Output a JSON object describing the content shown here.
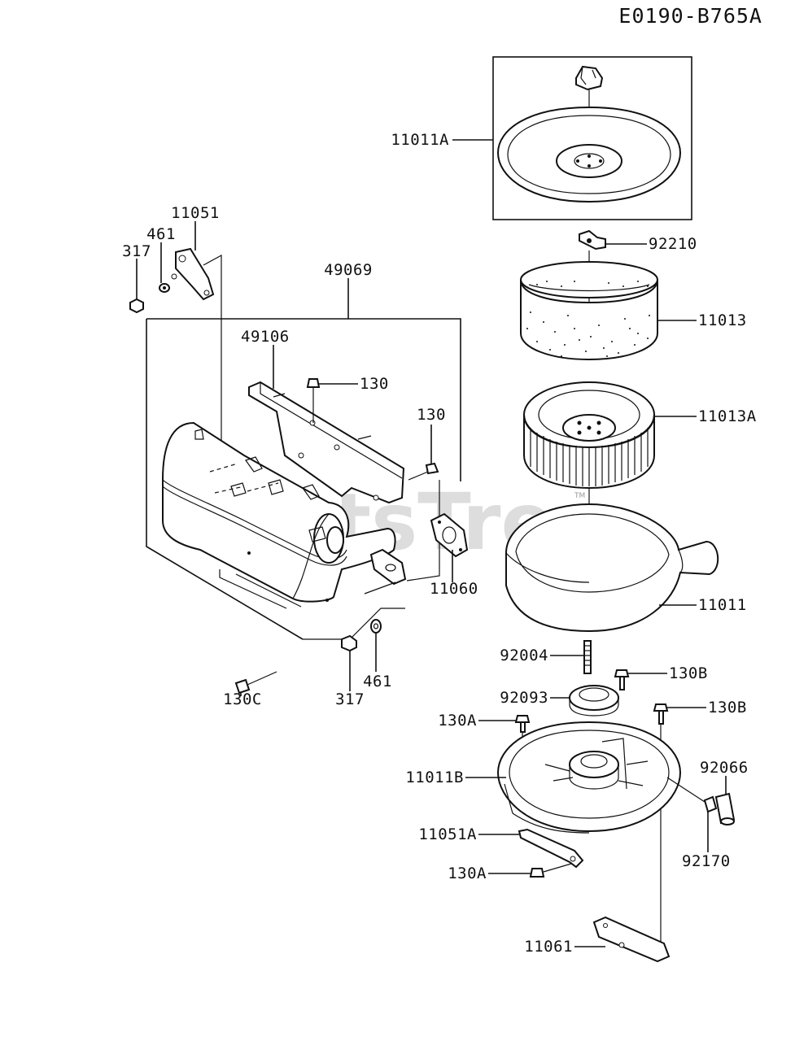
{
  "diagram_code": "E0190-B765A",
  "watermark": "PartsTree",
  "trademark": "TM",
  "labels": {
    "p11011A": "11011A",
    "p92210": "92210",
    "p11013": "11013",
    "p11013A": "11013A",
    "p11011": "11011",
    "p92004": "92004",
    "p130B_1": "130B",
    "p92093": "92093",
    "p130B_2": "130B",
    "p130A_1": "130A",
    "p11011B": "11011B",
    "p92066": "92066",
    "p11051A": "11051A",
    "p92170": "92170",
    "p130A_2": "130A",
    "p11061": "11061",
    "p11051": "11051",
    "p461_1": "461",
    "p317_1": "317",
    "p49069": "49069",
    "p49106": "49106",
    "p130_1": "130",
    "p130_2": "130",
    "p11060": "11060",
    "p130C": "130C",
    "p317_2": "317",
    "p461_2": "461"
  }
}
